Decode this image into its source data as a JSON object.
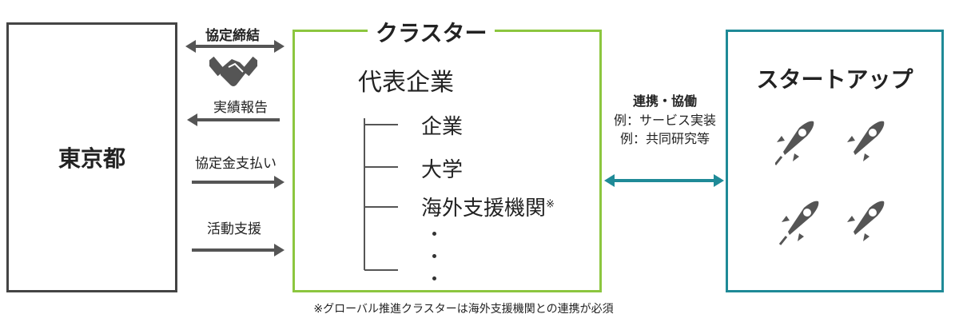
{
  "left_box": {
    "label": "東京都"
  },
  "cluster": {
    "title": "クラスター",
    "lead": "代表企業",
    "members": [
      "企業",
      "大学",
      "海外支援機関"
    ],
    "member_mark": "※"
  },
  "startup": {
    "title": "スタートアップ",
    "icons": [
      "rocket-icon",
      "rocket-icon",
      "rocket-icon",
      "rocket-icon"
    ]
  },
  "flows": {
    "agreement": "協定締結",
    "report": "実績報告",
    "payment": "協定金支払い",
    "support": "活動支援"
  },
  "collab": {
    "title": "連携・協働",
    "examples": [
      "例：サービス実装",
      "例：共同研究等"
    ]
  },
  "footnote": "※グローバル推進クラスターは海外支援機関との連携が必須",
  "colors": {
    "cluster": "#8cc63f",
    "startup": "#1f8a97",
    "tokyo": "#444444"
  }
}
